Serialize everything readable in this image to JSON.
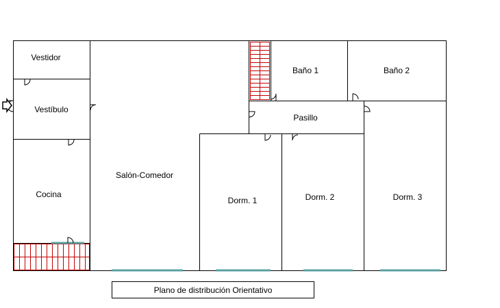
{
  "plan": {
    "rooms": {
      "vestidor": "Vestidor",
      "vestibulo": "Vestíbulo",
      "cocina": "Cocina",
      "salon": "Salón-Comedor",
      "bano1": "Baño 1",
      "bano2": "Baño 2",
      "pasillo": "Pasillo",
      "dorm1": "Dorm. 1",
      "dorm2": "Dorm. 2",
      "dorm3": "Dorm. 3"
    },
    "caption": "Plano de distribución Orientativo"
  },
  "colors": {
    "walls": "#000000",
    "stairs": "#c00000",
    "windows": "#5aa0a0"
  },
  "icons": {
    "entrance": "entrance-arrow-icon"
  }
}
